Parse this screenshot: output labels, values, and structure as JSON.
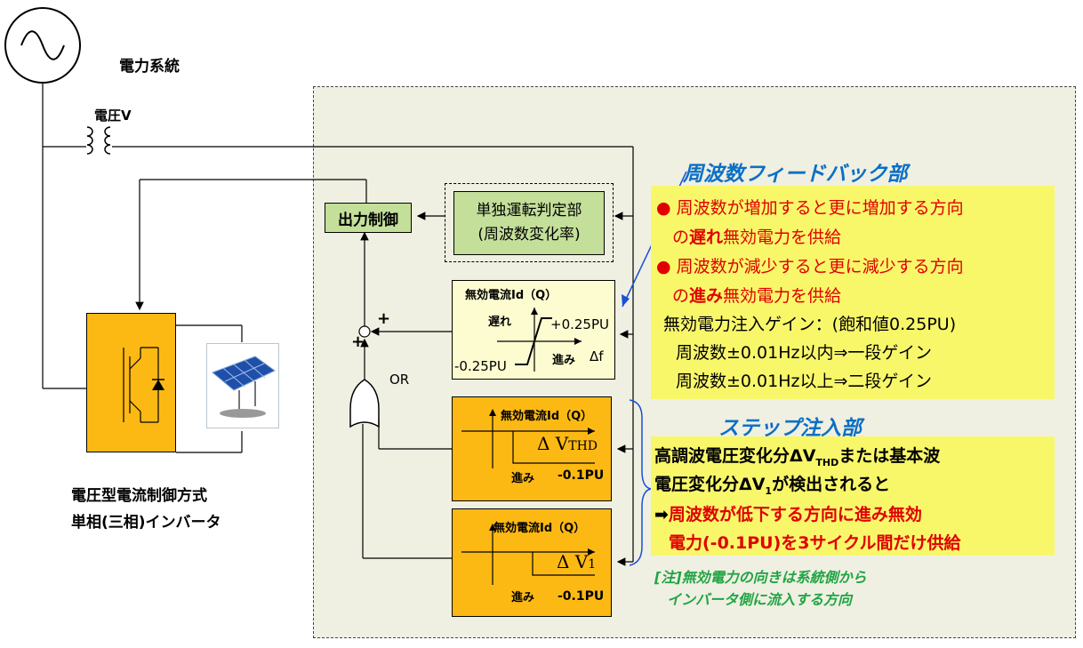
{
  "grid": {
    "label": "電力系統"
  },
  "voltage": {
    "label": "電圧V"
  },
  "inverter": {
    "line1": "電圧型電流制御方式",
    "line2": "単相(三相)インバータ"
  },
  "control": {
    "output_label": "出力制御",
    "islanding_line1": "単独運転判定部",
    "islanding_line2": "(周波数変化率)",
    "or_label": "OR",
    "plus_top": "+",
    "plus_left": "+"
  },
  "freq_block": {
    "title": "無効電流Id（Q）",
    "lag": "遅れ",
    "pos_limit": "+0.25PU",
    "neg_limit": "-0.25PU",
    "lead": "進み",
    "axis": "Δf"
  },
  "thd_block": {
    "title": "無効電流Id（Q）",
    "signal": "Δ V",
    "signal_sub": "THD",
    "lead": "進み",
    "value": "-0.1PU"
  },
  "v1_block": {
    "title": "無効電流Id（Q）",
    "signal": "Δ V",
    "signal_sub": "1",
    "lead": "進み",
    "value": "-0.1PU"
  },
  "feedback_panel": {
    "title": "周波数フィードバック部",
    "bullet1_line1": "周波数が増加すると更に増加する方向",
    "bullet1_pre": "の",
    "bullet1_bold": "遅れ",
    "bullet1_post": "無効電力を供給",
    "bullet2_line1": "周波数が減少すると更に減少する方向",
    "bullet2_pre": "の",
    "bullet2_bold": "進み",
    "bullet2_post": "無効電力を供給",
    "gain_title": "無効電力注入ゲイン：(飽和値0.25PU)",
    "gain_line1": "周波数±0.01Hz以内⇒一段ゲイン",
    "gain_line2": "周波数±0.01Hz以上⇒二段ゲイン"
  },
  "step_panel": {
    "title": "ステップ注入部",
    "line1_a": "高調波電圧変化分ΔV",
    "line1_sub": "THD",
    "line1_b": "または基本波",
    "line2_a": "電圧変化分ΔV",
    "line2_sub": "1",
    "line2_b": "が検出されると",
    "line3_arrow": "➡",
    "line3_red": "周波数が低下する方向に進み無効",
    "line4_red": "電力(-0.1PU)を3サイクル間だけ供給"
  },
  "note": {
    "line1": "[注]無効電力の向きは系統側から",
    "line2": "インバータ側に流入する方向"
  },
  "colors": {
    "panel_bg": "#eff0e2",
    "block_green": "#c3df9a",
    "block_orange": "#fdb913",
    "block_lightyellow": "#fdfbd0",
    "text_panel_yellow": "#f8f76a",
    "accent_blue": "#0c6fc6",
    "note_green": "#22a444",
    "text_red": "#e00000"
  }
}
